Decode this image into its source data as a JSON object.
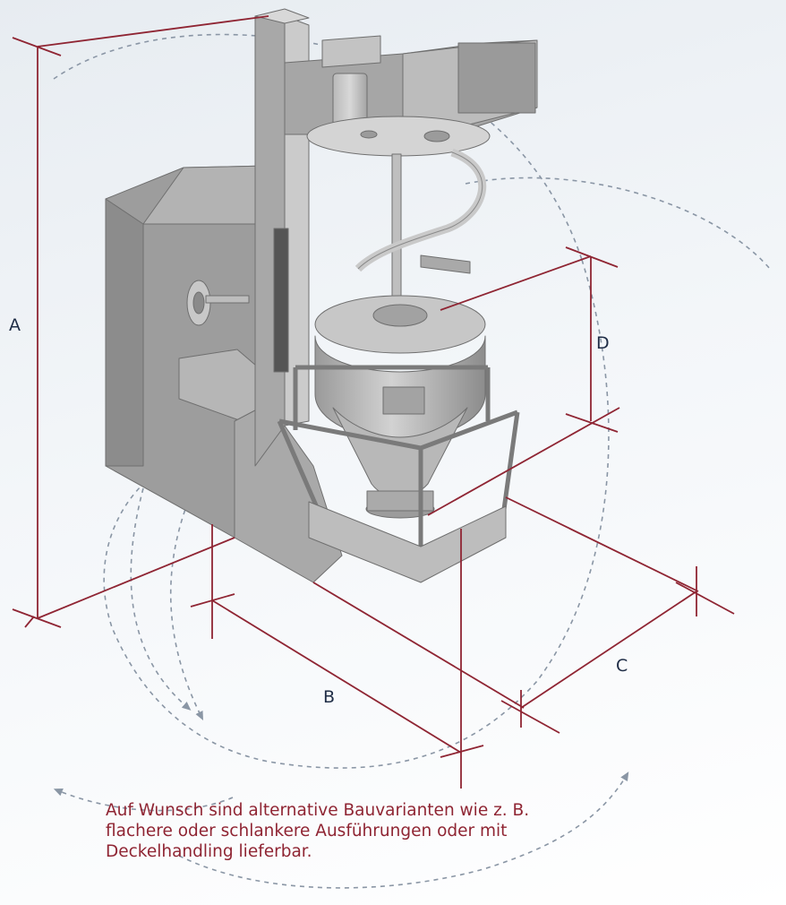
{
  "dimensions": {
    "a": "A",
    "b": "B",
    "c": "C",
    "d": "D"
  },
  "caption": {
    "line1": "Auf Wunsch sind alternative Bauvarianten wie z. B.",
    "line2": "flachere oder schlankere Ausführungen oder mit",
    "line3": "Deckelhandling lieferbar."
  },
  "colors": {
    "dimension_line": "#8f2533",
    "caption_text": "#8f2533",
    "label_text": "#1f2d46",
    "motion_arrow": "#8a96a5",
    "machine_body": "#9c9c9c"
  },
  "icons": [
    "rotation-arrow-icon"
  ]
}
